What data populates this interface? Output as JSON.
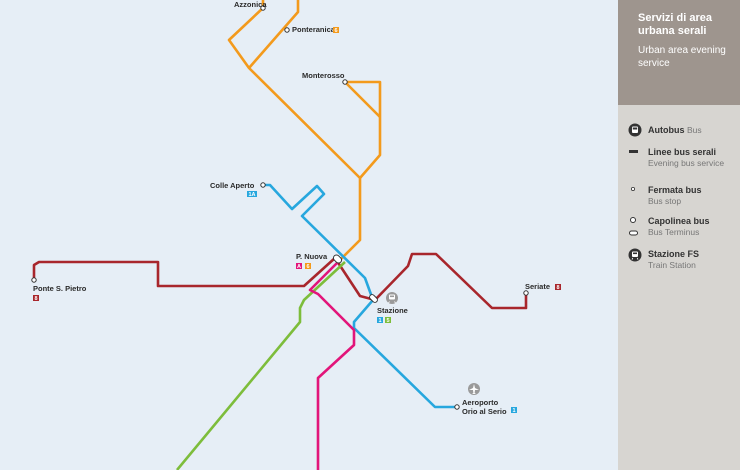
{
  "legend": {
    "title_it": "Servizi di area urbana serali",
    "title_en": "Urban area evening service",
    "items": [
      {
        "title": "Autobus",
        "title_en": "Bus",
        "sub": "",
        "icon": "bus-icon"
      },
      {
        "title": "Linee bus serali",
        "title_en": "",
        "sub": "Evening bus service",
        "icon": "line-swatch-icon"
      },
      {
        "title": "Fermata bus",
        "title_en": "",
        "sub": "Bus stop",
        "icon": "bus-stop-icon"
      },
      {
        "title": "Capolinea bus",
        "title_en": "",
        "sub": "Bus Terminus",
        "icon": "bus-terminus-icon"
      },
      {
        "title": "Stazione FS",
        "title_en": "",
        "sub": "Train Station",
        "icon": "train-icon"
      }
    ]
  },
  "colors": {
    "orange": "#f39a1c",
    "blue": "#27a7de",
    "red": "#a8262c",
    "green": "#7dbd3b",
    "magenta": "#e2157a",
    "panel": "#d7d5d1",
    "panel_header": "#9e958e",
    "map_bg": "#e6eef6"
  },
  "stops": {
    "azzonica": "Azzonica",
    "ponteranica": "Ponteranica",
    "monterosso": "Monterosso",
    "colle_aperto": "Colle Aperto",
    "p_nuova": "P. Nuova",
    "stazione": "Stazione",
    "ponte_s_pietro": "Ponte S. Pietro",
    "seriate": "Seriate",
    "aeroporto_1": "Aeroporto",
    "aeroporto_2": "Orio al Serio"
  },
  "badges": {
    "ponteranica": "6",
    "colle_aperto": "1A",
    "p_nuova_a": "A",
    "p_nuova_b": "6",
    "stazione_a": "1",
    "stazione_b": "5",
    "ponte_s_pietro": "8",
    "seriate": "8",
    "aeroporto": "1"
  }
}
